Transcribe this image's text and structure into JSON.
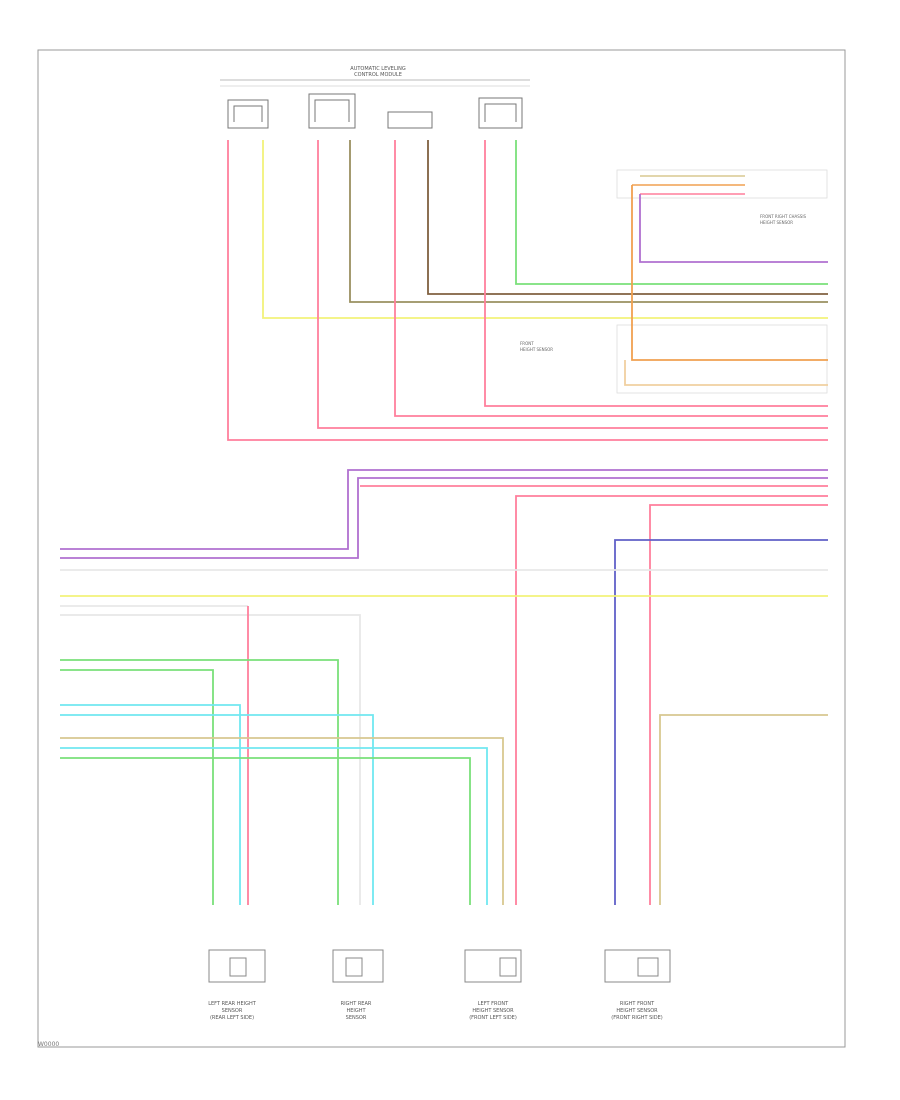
{
  "diagram": {
    "reference_code": "W0000",
    "module_title": "AUTOMATIC LEVELING",
    "module_subtitle": "CONTROL MODULE",
    "right_connector_note_1": "FRONT RIGHT CHASSIS",
    "right_connector_note_2": "HEIGHT SENSOR",
    "center_box_1": "FRONT",
    "center_box_2": "HEIGHT SENSOR",
    "sensor_captions": [
      [
        "LEFT REAR HEIGHT",
        "SENSOR",
        "(REAR LEFT SIDE)"
      ],
      [
        "RIGHT REAR",
        "HEIGHT",
        "SENSOR"
      ],
      [
        "LEFT FRONT",
        "HEIGHT SENSOR",
        "(FRONT LEFT SIDE)"
      ],
      [
        "RIGHT FRONT",
        "HEIGHT SENSOR",
        "(FRONT RIGHT SIDE)"
      ]
    ],
    "colors": {
      "pink": "#ff7f9c",
      "yellow": "#f2f27a",
      "green": "#7ae07a",
      "olive": "#9a9060",
      "brown": "#806040",
      "purple": "#b070d0",
      "blue": "#6060c8",
      "cyan": "#70e8f0",
      "tan": "#d8c890",
      "orange": "#f0a050",
      "grey": "#c8c8c8"
    }
  }
}
